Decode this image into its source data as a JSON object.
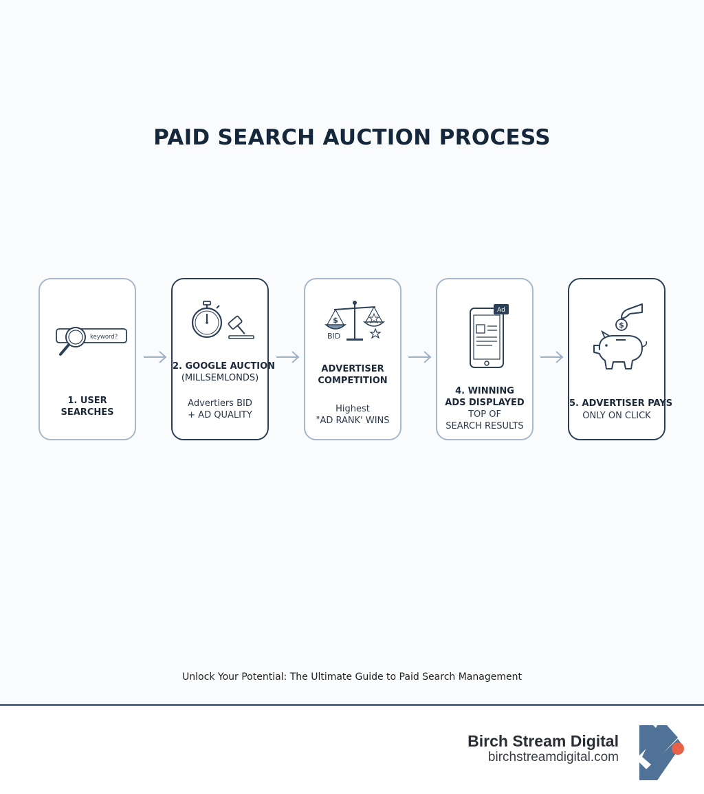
{
  "title": "PAID SEARCH AUCTION PROCESS",
  "steps": [
    {
      "id": "user-searches",
      "label_lines": [
        "1. USER",
        "SEARCHES"
      ],
      "desc_lines": [],
      "icon": "magnifier-search-bar-icon",
      "icon_text": "keyword?"
    },
    {
      "id": "google-auction",
      "label_lines": [
        "2. GOOGLE AUCTION",
        "(MILLSEMLONDS)"
      ],
      "desc_lines": [
        "Advertiers BID",
        "+ AD QUALITY"
      ],
      "icon": "stopwatch-gavel-icon"
    },
    {
      "id": "advertiser-competition",
      "label_lines": [
        "ADVERTISER",
        "COMPETITION"
      ],
      "desc_lines": [
        "Highest",
        "\"AD RANK' WINS"
      ],
      "icon": "balance-scale-icon",
      "icon_text": "BID"
    },
    {
      "id": "winning-ads",
      "label_lines": [
        "4. WINNING",
        "ADS DISPLAYED"
      ],
      "desc_lines": [
        "TOP OF",
        "SEARCH RESULTS"
      ],
      "icon": "phone-ad-icon",
      "icon_text": "Ad"
    },
    {
      "id": "advertiser-pays",
      "label_lines": [
        "5. ADVERTISER PAYS"
      ],
      "desc_lines": [
        "ONLY ON CLICK"
      ],
      "icon": "piggy-bank-coin-icon"
    }
  ],
  "caption": "Unlock Your Potential: The Ultimate Guide to Paid Search Management",
  "brand": {
    "name": "Birch Stream Digital",
    "url": "birchstreamdigital.com"
  },
  "colors": {
    "title": "#15273a",
    "border_light": "#a7b8c8",
    "border_dark": "#2b3f56",
    "arrow": "#9fb2c4",
    "footer_rule": "#4d6b8c",
    "logo_blue": "#4f7296",
    "logo_accent": "#e8624a"
  }
}
